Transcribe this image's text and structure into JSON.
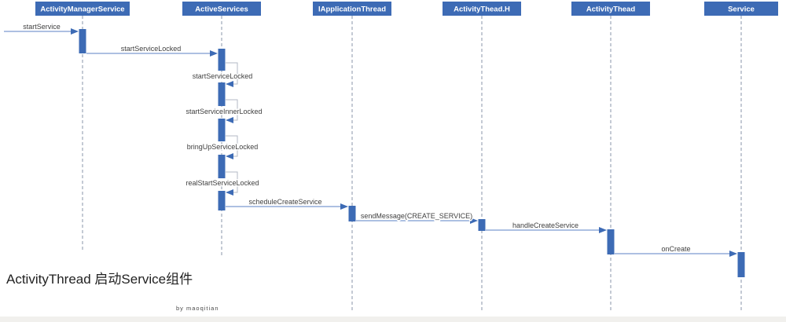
{
  "diagram": {
    "title": "ActivityThread 启动Service组件",
    "credit": "by maoqitian",
    "lifelines": [
      {
        "label": "ActivityManagerService"
      },
      {
        "label": "ActiveServices"
      },
      {
        "label": "IApplicationThread"
      },
      {
        "label": "ActivityThead.H"
      },
      {
        "label": "ActivityThead"
      },
      {
        "label": "Service"
      }
    ],
    "messages": [
      {
        "label": "startService",
        "from": "external",
        "to": "ActivityManagerService",
        "self": false
      },
      {
        "label": "startServiceLocked",
        "from": "ActivityManagerService",
        "to": "ActiveServices",
        "self": false
      },
      {
        "label": "startServiceLocked",
        "from": "ActiveServices",
        "to": "ActiveServices",
        "self": true
      },
      {
        "label": "startServiceInnerLocked",
        "from": "ActiveServices",
        "to": "ActiveServices",
        "self": true
      },
      {
        "label": "bringUpServiceLocked",
        "from": "ActiveServices",
        "to": "ActiveServices",
        "self": true
      },
      {
        "label": "realStartServiceLocked",
        "from": "ActiveServices",
        "to": "ActiveServices",
        "self": true
      },
      {
        "label": "scheduleCreateService",
        "from": "ActiveServices",
        "to": "IApplicationThread",
        "self": false
      },
      {
        "label": "sendMessage(CREATE_SERVICE)",
        "from": "IApplicationThread",
        "to": "ActivityThead.H",
        "self": false
      },
      {
        "label": "handleCreateService",
        "from": "ActivityThead.H",
        "to": "ActivityThead",
        "self": false
      },
      {
        "label": "onCreate",
        "from": "ActivityThead",
        "to": "Service",
        "self": false
      }
    ],
    "colors": {
      "header_box": "#3d6bb5",
      "activation_bar": "#3d6bb5",
      "message_line": "#5b82c5",
      "arrowhead": "#3d6bb5",
      "lifeline_dash": "#8a94a8",
      "self_call_bracket": "#b3bac4",
      "label_text": "#3f3f3f",
      "header_text": "#ffffff",
      "background": "#ffffff"
    }
  }
}
